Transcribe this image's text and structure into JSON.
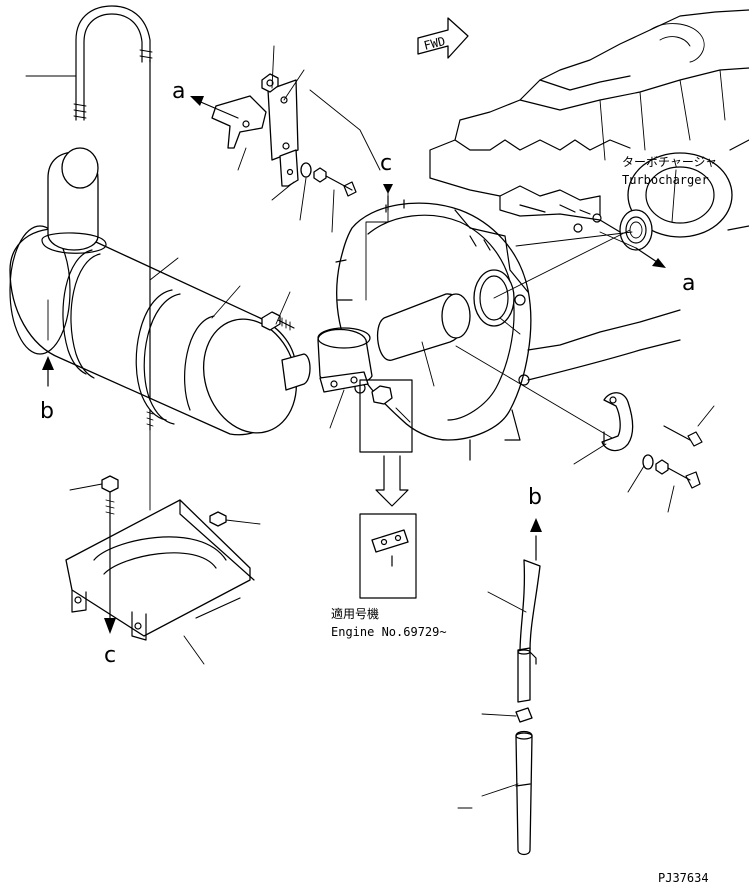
{
  "labels": {
    "fwd": "FWD",
    "turbo_jp": "ターボチャージャ",
    "turbo_en": "Turbocharger",
    "applicable_jp": "適用号機",
    "engine_no": "Engine No.69729~",
    "drawing_code": "PJ37634",
    "a": "a",
    "b": "b",
    "c": "c"
  }
}
